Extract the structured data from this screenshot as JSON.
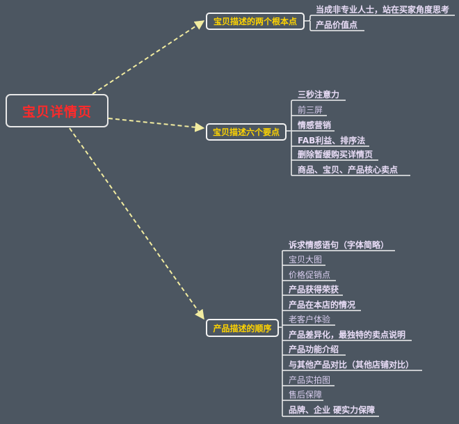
{
  "root": {
    "label": "宝贝详情页"
  },
  "branches": [
    {
      "label": "宝贝描述的两个根本点",
      "items": [
        {
          "label": "当成非专业人士，站在买家角度思考",
          "bold": true
        },
        {
          "label": "产品价值点",
          "bold": true
        }
      ]
    },
    {
      "label": "宝贝描述六个要点",
      "items": [
        {
          "label": "三秒注意力",
          "bold": true
        },
        {
          "label": "前三屏",
          "bold": false
        },
        {
          "label": "情感营销",
          "bold": true
        },
        {
          "label": "FAB利益、排序法",
          "bold": true
        },
        {
          "label": "删除暂缓购买详情页",
          "bold": true
        },
        {
          "label": "商品、宝贝、产品核心卖点",
          "bold": true
        }
      ]
    },
    {
      "label": "产品描述的顺序",
      "items": [
        {
          "label": "诉求情感语句（字体简略）",
          "bold": true
        },
        {
          "label": "宝贝大图",
          "bold": false
        },
        {
          "label": "价格促销点",
          "bold": false
        },
        {
          "label": "产品获得荣获",
          "bold": true
        },
        {
          "label": "产品在本店的情况",
          "bold": true
        },
        {
          "label": "老客户体验",
          "bold": false
        },
        {
          "label": "产品差异化，最独特的卖点说明",
          "bold": true
        },
        {
          "label": "产品功能介绍",
          "bold": true
        },
        {
          "label": "与其他产品对比（其他店铺对比）",
          "bold": true
        },
        {
          "label": "产品实拍图",
          "bold": false
        },
        {
          "label": "售后保障",
          "bold": false
        },
        {
          "label": "品牌、企业 硬实力保障",
          "bold": true
        }
      ]
    }
  ],
  "colors": {
    "background": "#4c5661",
    "root_text": "#ff2a2a",
    "branch_text": "#ffd400",
    "connector": "#f2eca0",
    "leaf_text": "#e9ddf7"
  }
}
